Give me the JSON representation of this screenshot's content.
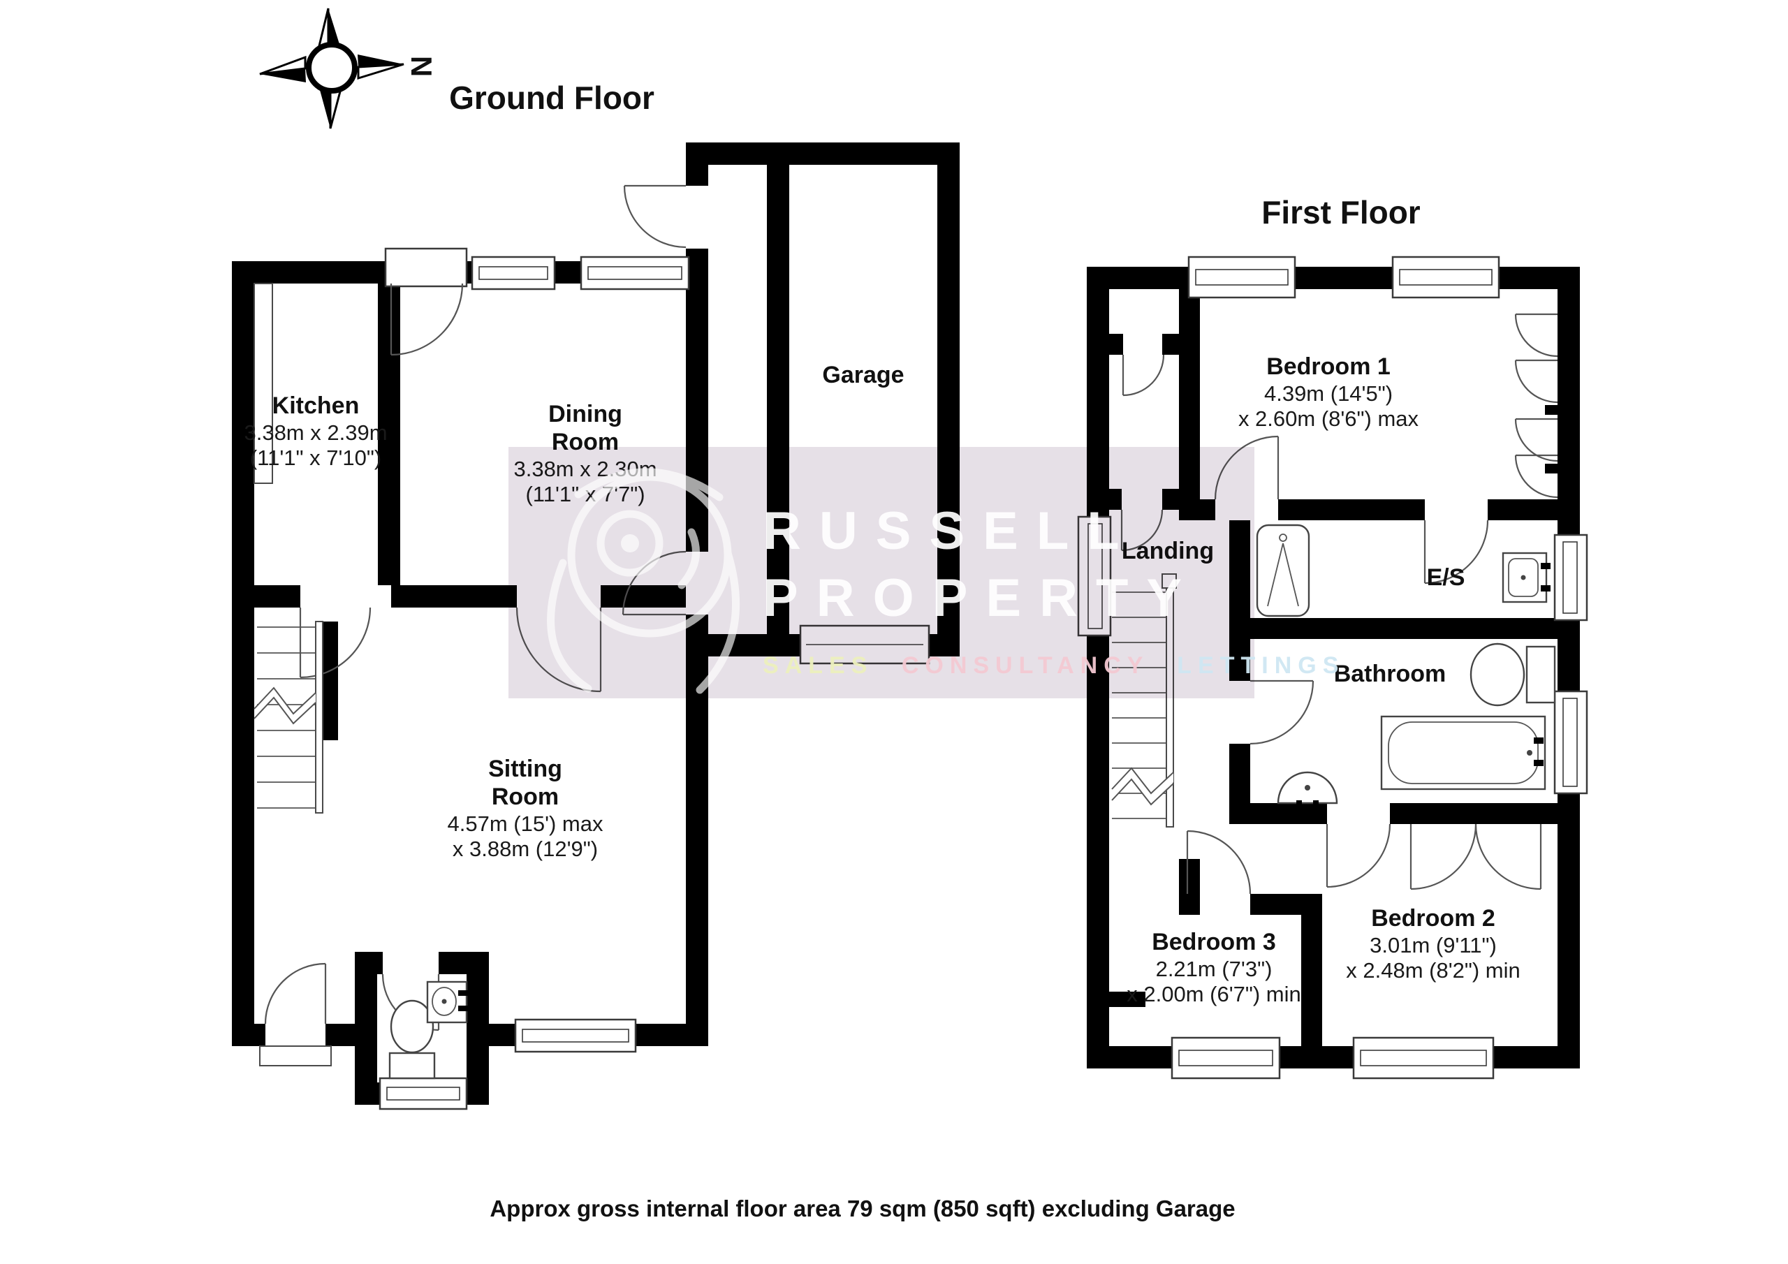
{
  "page": {
    "background": "#ffffff",
    "wall_color": "#000000",
    "watermark_panel_color": "#e6e0e7"
  },
  "compass": {
    "north_label": "N"
  },
  "floors": {
    "ground": {
      "title": "Ground Floor"
    },
    "first": {
      "title": "First Floor"
    }
  },
  "rooms": {
    "kitchen": {
      "name": "Kitchen",
      "metric": "3.38m x 2.39m",
      "imperial": "(11'1\" x 7'10\")"
    },
    "dining": {
      "name_line1": "Dining",
      "name_line2": "Room",
      "metric": "3.38m x 2.30m",
      "imperial": "(11'1\" x 7'7\")"
    },
    "garage": {
      "name": "Garage"
    },
    "sitting": {
      "name_line1": "Sitting",
      "name_line2": "Room",
      "metric": "4.57m (15') max",
      "imperial": "x 3.88m (12'9\")"
    },
    "bedroom1": {
      "name": "Bedroom 1",
      "metric": "4.39m (14'5\")",
      "imperial": "x 2.60m (8'6\") max"
    },
    "landing": {
      "name": "Landing"
    },
    "ensuite": {
      "name": "E/S"
    },
    "bathroom": {
      "name": "Bathroom"
    },
    "bedroom3": {
      "name": "Bedroom 3",
      "metric": "2.21m (7'3\")",
      "imperial": "x 2.00m (6'7\") min"
    },
    "bedroom2": {
      "name": "Bedroom 2",
      "metric": "3.01m (9'11\")",
      "imperial": "x 2.48m (8'2\") min"
    }
  },
  "watermark": {
    "brand_line1": "RUSSELL",
    "brand_line2": "PROPERTY",
    "tagline": {
      "sales": "SALES",
      "consultancy": "CONSULTANCY",
      "lettings": "LETTINGS"
    },
    "colors": {
      "panel": "#e6e0e7",
      "brand": "#ffffff",
      "sales": "#edf0bd",
      "consultancy": "#f4c9d2",
      "lettings": "#cfe7f3"
    }
  },
  "footer": {
    "text": "Approx gross internal floor area 79 sqm (850 sqft) excluding Garage"
  }
}
